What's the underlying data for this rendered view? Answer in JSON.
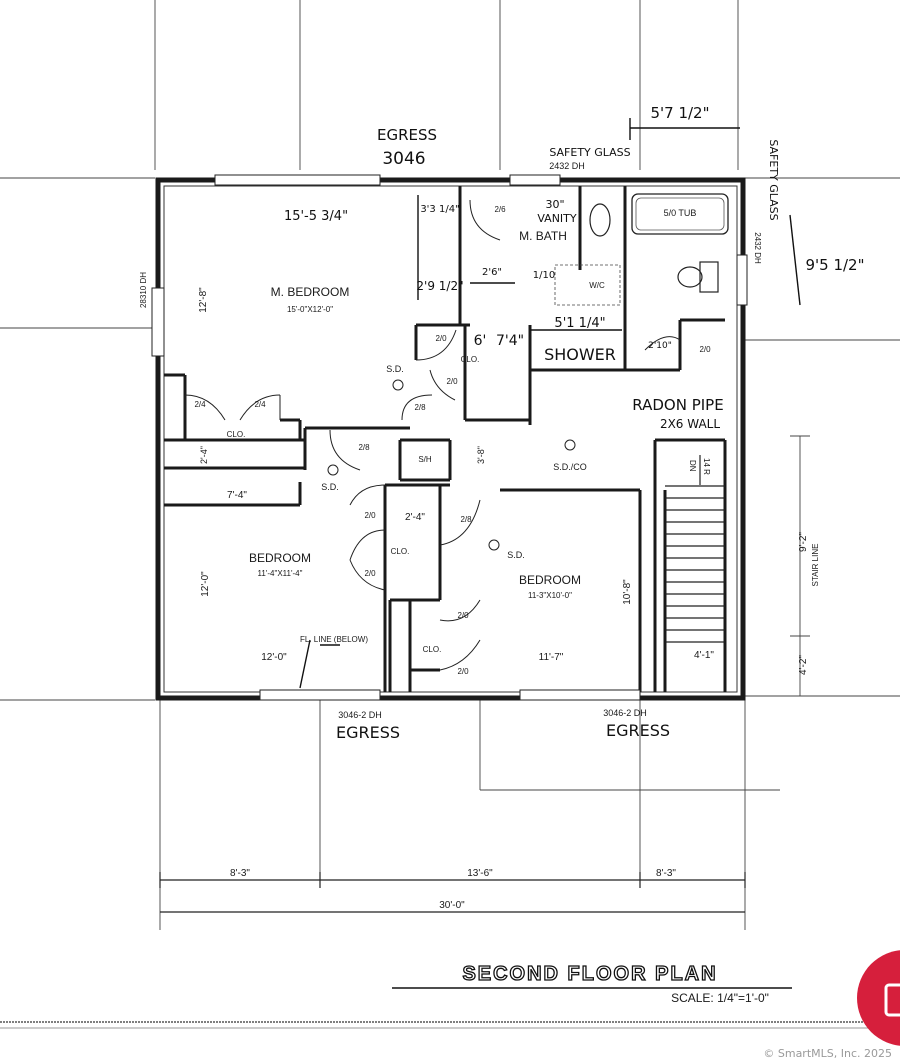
{
  "title": {
    "main": "SECOND FLOOR PLAN",
    "scale": "SCALE: 1/4\"=1'-0\""
  },
  "rooms": {
    "master_bedroom": {
      "name": "M. BEDROOM",
      "size": "15'-0\"X12'-0\""
    },
    "master_bath": {
      "name": "M. BATH"
    },
    "bedroom_left": {
      "name": "BEDROOM",
      "size": "11'-4\"X11'-4\""
    },
    "bedroom_right": {
      "name": "BEDROOM",
      "size": "11-3\"X10'-0\""
    }
  },
  "fixtures": {
    "tub": "5/0 TUB",
    "wc": "W/C",
    "sh": "S/H",
    "stair_dn": "DN",
    "stair_risers": "14 R",
    "stair_line": "STAIR LINE"
  },
  "closets": {
    "clo": "CLO."
  },
  "detectors": {
    "sd": "S.D.",
    "sdco": "S.D./CO"
  },
  "doors": {
    "d26": "2/6",
    "d20": "2/0",
    "d24": "2/4",
    "d28": "2/8"
  },
  "windows": {
    "left_wall": "28310 DH",
    "top_bath": "2432 DH",
    "right_bath": "2432 DH",
    "bottom_left": "3046-2 DH",
    "bottom_right": "3046-2 DH"
  },
  "dimensions": {
    "mb_width": "15'-5 3/4\"",
    "mb_depth": "12'-8\"",
    "hall_3_3": "3'3 1/4\"",
    "hall_2_9": "2'9 1/2\"",
    "clo_2_6": "2'6\"",
    "clo_1_10": "1/10",
    "dim_6": "6'",
    "dim_7_4": "7'4\"",
    "shower": "5'1 1/4\"",
    "dim_2_4": "2'-4\"",
    "dim_7_4b": "7'-4\"",
    "dim_3_8": "3'-8\"",
    "dim_2_4b": "2'-4\"",
    "bl_depth": "12'-0\"",
    "bl_width": "12'-0\"",
    "br_width": "11'-7\"",
    "br_depth": "10'-8\"",
    "stair_w": "4'-1\"",
    "stair_len": "9'-2\"",
    "bottom_4_2": "4'-2\"",
    "ovr_a": "8'-3\"",
    "ovr_b": "13'-6\"",
    "ovr_c": "8'-3\"",
    "ovr_total": "30'-0\"",
    "top_right": "5'7 1/2\"",
    "right_side": "9'5 1/2\"",
    "dim_2_10": "2'10\""
  },
  "notes": {
    "egress_top": "EGRESS",
    "egress_top_size": "3046",
    "safety_glass_top": "SAFETY GLASS",
    "safety_glass_right": "SAFETY GLASS",
    "vanity_size": "30\"",
    "vanity": "VANITY",
    "shower": "SHOWER",
    "radon": "RADON PIPE",
    "radon_wall": "2X6 WALL",
    "fl_line": "FL. LINE (BELOW)",
    "egress_bl": "EGRESS",
    "egress_br": "EGRESS"
  },
  "watermark": "© SmartMLS, Inc. 2025"
}
